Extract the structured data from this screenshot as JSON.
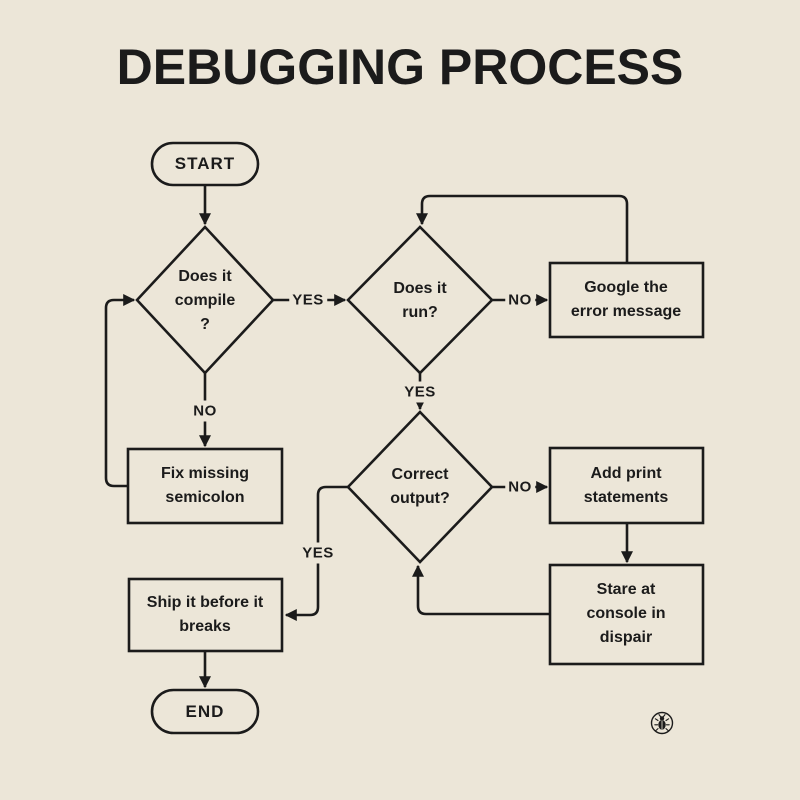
{
  "page": {
    "title": "DEBUGGING PROCESS",
    "background_color": "#ECE6D8",
    "ink_color": "#1B1B1B"
  },
  "nodes": {
    "start": {
      "label": "START"
    },
    "does_it_compile": {
      "lines": [
        "Does it",
        "compile",
        "?"
      ]
    },
    "does_it_run": {
      "lines": [
        "Does it",
        "run?"
      ]
    },
    "google_error": {
      "lines": [
        "Google the",
        "error message"
      ]
    },
    "fix_semicolon": {
      "lines": [
        "Fix missing",
        "semicolon"
      ]
    },
    "correct_output": {
      "lines": [
        "Correct",
        "output?"
      ]
    },
    "add_print": {
      "lines": [
        "Add print",
        "statements"
      ]
    },
    "stare_console": {
      "lines": [
        "Stare at",
        "console in",
        "dispair"
      ]
    },
    "ship_it": {
      "lines": [
        "Ship it before it",
        "breaks"
      ]
    },
    "end": {
      "label": "END"
    }
  },
  "edge_labels": {
    "compile_yes": "YES",
    "compile_no": "NO",
    "run_no": "NO",
    "run_yes": "YES",
    "output_no": "NO",
    "output_yes": "YES"
  },
  "footer": {
    "logo_icon": "bug-in-circle"
  }
}
